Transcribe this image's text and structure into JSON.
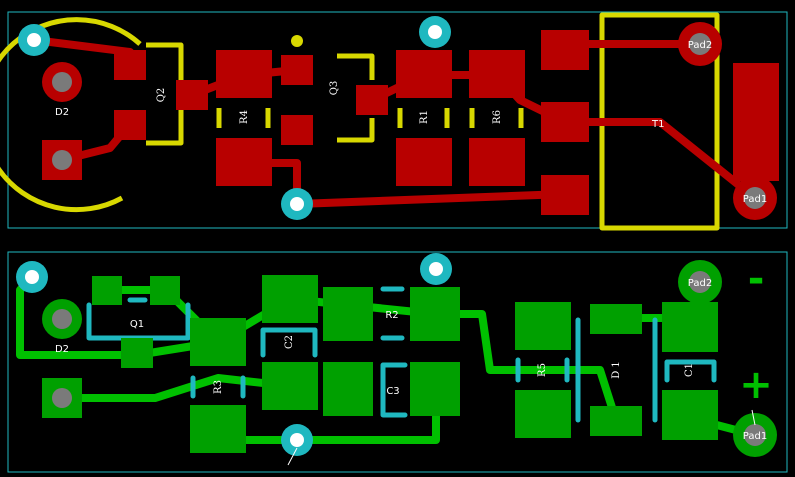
{
  "top_board": {
    "labels": {
      "D2": "D2",
      "Q2": "Q2",
      "R4": "R4",
      "Q3": "Q3",
      "R1": "R1",
      "R6": "R6",
      "T1": "T1",
      "Pad2": "Pad2",
      "Pad1": "Pad1"
    },
    "colors": {
      "trace": "#b80000",
      "pad": "#b80000",
      "silk": "#d8d800",
      "via": "#1fb8c0",
      "outline": "#1fb8c0"
    }
  },
  "bottom_board": {
    "labels": {
      "Q1": "Q1",
      "D2": "D2",
      "R3": "R3",
      "C2": "C2",
      "R2": "R2",
      "C3": "C3",
      "R5": "R5",
      "D1": "D 1",
      "C1": "C1",
      "Pad2": "Pad2",
      "Pad1": "Pad1",
      "minus": "-",
      "plus": "+"
    },
    "colors": {
      "trace": "#00c000",
      "pad": "#00a000",
      "silk": "#1fb8c0",
      "via": "#1fb8c0",
      "outline": "#1fb8c0",
      "polarity": "#00c000"
    }
  }
}
